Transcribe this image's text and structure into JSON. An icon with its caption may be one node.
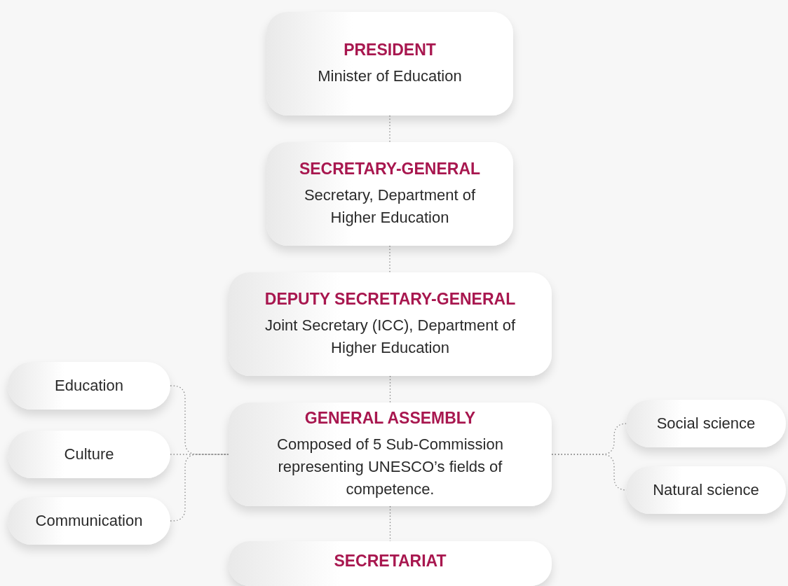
{
  "diagram": {
    "nodes": [
      {
        "text": [
          "PRESIDENT",
          "Minister of Education"
        ]
      },
      {
        "text": [
          "SECRETARY-GENERAL",
          "Secretary, Department of Higher Education"
        ]
      },
      {
        "text": [
          "DEPUTY SECRETARY-GENERAL",
          "Joint Secretary (ICC), Department of Higher Education"
        ]
      },
      {
        "text": [
          "Education"
        ]
      },
      {
        "text": [
          "Culture"
        ]
      },
      {
        "text": [
          "Communication"
        ]
      },
      {
        "text": [
          "GENERAL ASSEMBLY",
          "Composed of 5 Sub-Commission representing UNESCO’s fields of competence."
        ]
      },
      {
        "text": [
          "Social science"
        ]
      },
      {
        "text": [
          "Natural science"
        ]
      },
      {
        "text": [
          "SECRETARIAT"
        ]
      }
    ],
    "edges": [
      {
        "from": 0,
        "to": 1,
        "arrow": "none"
      },
      {
        "from": 1,
        "to": 2,
        "arrow": "none"
      },
      {
        "from": 2,
        "to": 6,
        "arrow": "none"
      },
      {
        "from": 3,
        "to": 6,
        "arrow": "none"
      },
      {
        "from": 4,
        "to": 6,
        "arrow": "none"
      },
      {
        "from": 5,
        "to": 6,
        "arrow": "none"
      },
      {
        "from": 6,
        "to": 7,
        "arrow": "none"
      },
      {
        "from": 6,
        "to": 8,
        "arrow": "none"
      },
      {
        "from": 6,
        "to": 9,
        "arrow": "none"
      }
    ]
  }
}
